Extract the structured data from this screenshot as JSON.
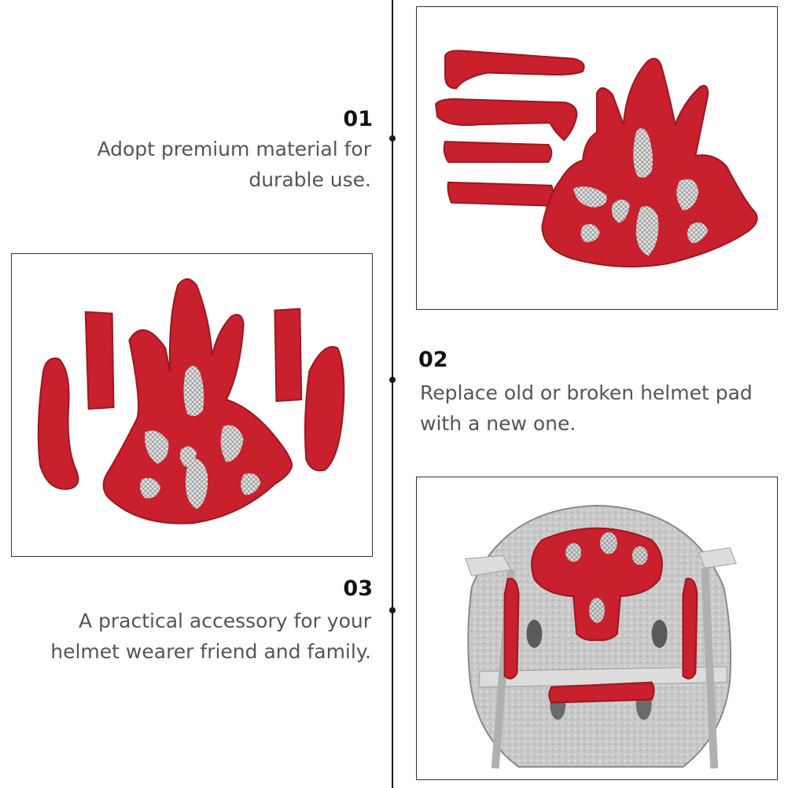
{
  "features": [
    {
      "number": "01",
      "text_line1": "Adopt premium material for",
      "text_line2": "durable use."
    },
    {
      "number": "02",
      "text_line1": "Replace old or broken helmet pad",
      "text_line2": "with a new one."
    },
    {
      "number": "03",
      "text_line1": "A practical accessory for your",
      "text_line2": "helmet wearer friend and family."
    }
  ],
  "colors": {
    "pad_red": "#c8202c",
    "pad_dark": "#9e1620",
    "mesh": "#d6d6d6",
    "helmet_gray": "#c9c9c9",
    "line": "#1a1a1a"
  }
}
